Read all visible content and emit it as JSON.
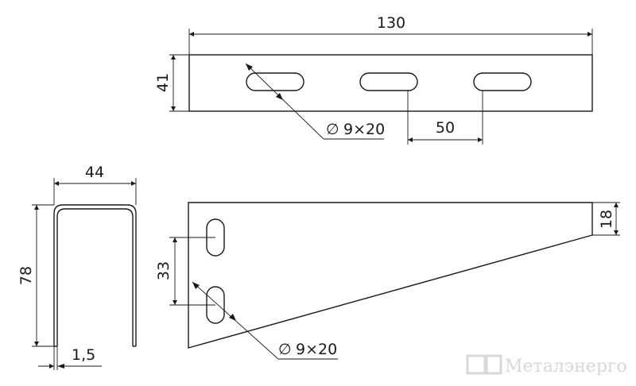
{
  "top_view": {
    "length": "130",
    "height": "41",
    "slot_spacing": "50",
    "slot_callout": "9×20",
    "diameter_symbol": "∅"
  },
  "side_view": {
    "width": "44",
    "height": "78",
    "thickness": "1,5"
  },
  "bracket_view": {
    "hole_spacing": "33",
    "tip_height": "18",
    "hole_callout": "9×20",
    "diameter_symbol": "∅"
  },
  "watermark": {
    "text": "Металэнерго"
  },
  "colors": {
    "line": "#1a1a1a",
    "watermark": "#d8d8d8"
  }
}
